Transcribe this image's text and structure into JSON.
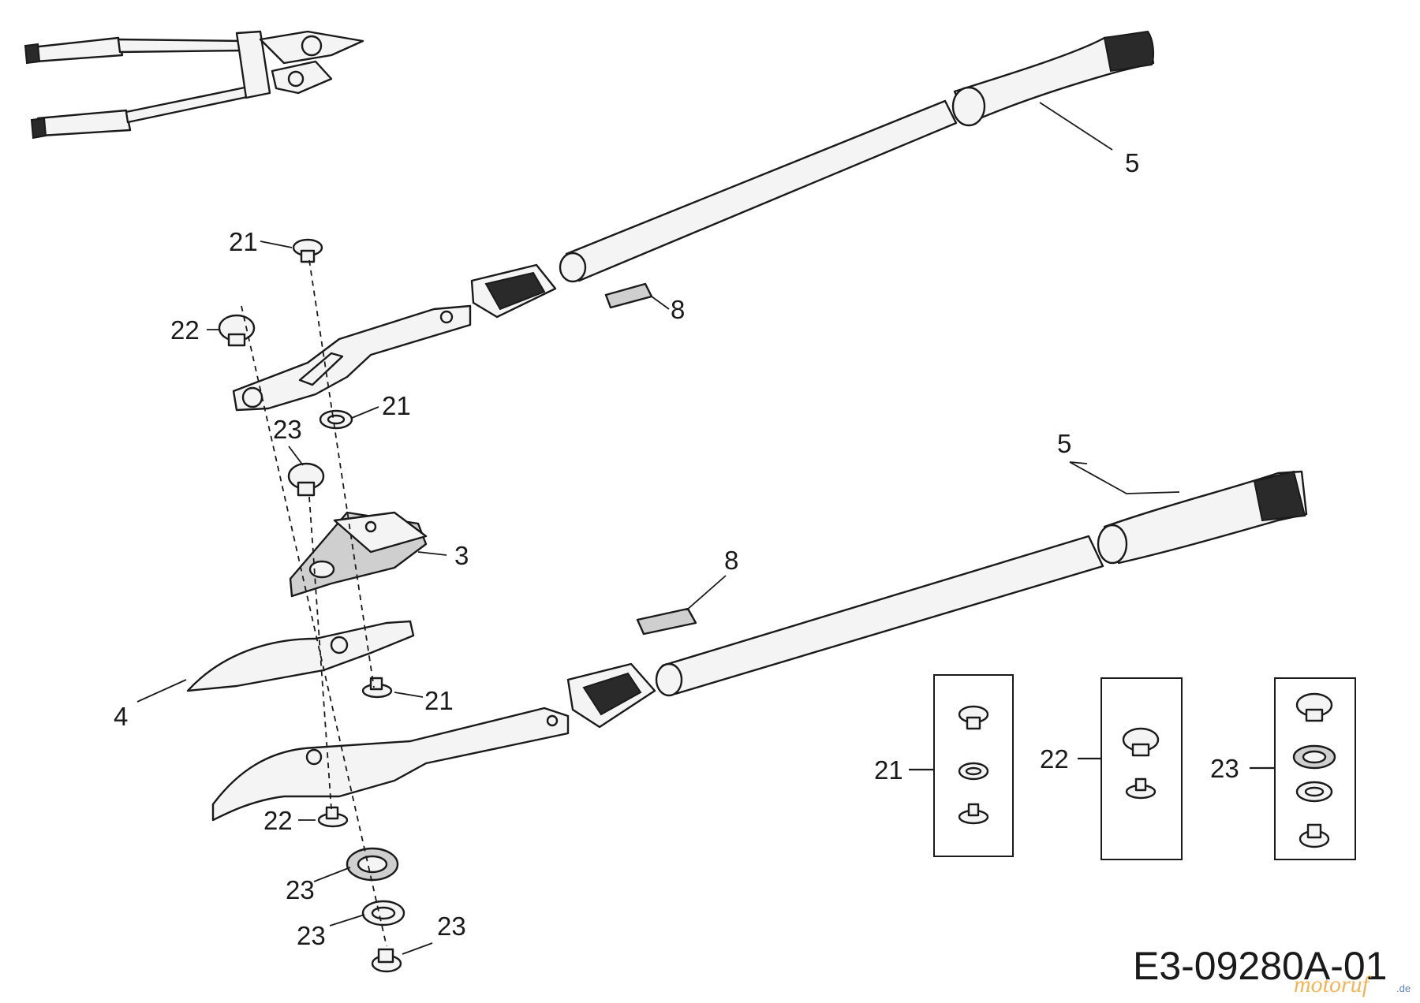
{
  "diagram": {
    "drawing_code": "E3-09280A-01",
    "watermark": "motoruf",
    "watermark_suffix": ".de",
    "callouts": {
      "c5_top": "5",
      "c5_bottom": "5",
      "c8_top": "8",
      "c8_bottom": "8",
      "c21_top": "21",
      "c21_mid": "21",
      "c21_low": "21",
      "c22_top": "22",
      "c22_bottom": "22",
      "c23_top": "23",
      "c23_b1": "23",
      "c23_b2": "23",
      "c23_b3": "23",
      "c3": "3",
      "c4": "4"
    },
    "kits": [
      {
        "label": "21"
      },
      {
        "label": "22"
      },
      {
        "label": "23"
      }
    ]
  }
}
